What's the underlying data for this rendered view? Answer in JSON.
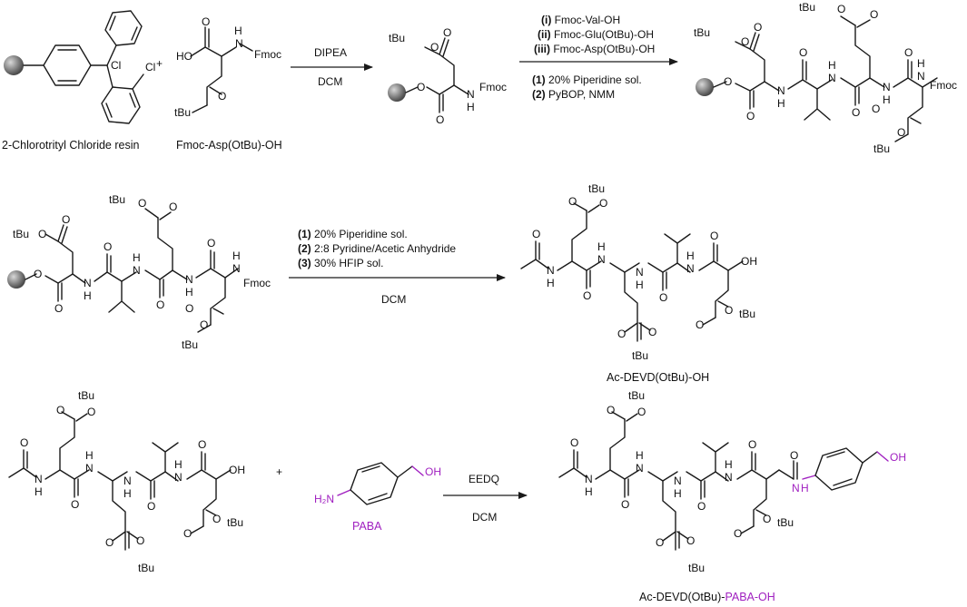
{
  "colors": {
    "ink": "#1a1a1a",
    "highlight": "#a020c0",
    "bead_light": "#d8d8d8",
    "bead_dark": "#4a4a4a"
  },
  "atoms": {
    "cl": "Cl",
    "nh": "N",
    "h": "H",
    "ho": "HO",
    "oh": "OH",
    "o": "O",
    "fmoc": "Fmoc",
    "tbu": "tBu",
    "h2n": "H₂N",
    "plus": "+"
  },
  "row1": {
    "resin_caption": "2-Chlorotrityl Chloride resin",
    "aa_caption": "Fmoc-Asp(OtBu)-OH",
    "step1_above": "DIPEA",
    "step1_below": "DCM",
    "step2_reagents": [
      {
        "num": "(i)",
        "text": "Fmoc-Val-OH"
      },
      {
        "num": "(ii)",
        "text": "Fmoc-Glu(OtBu)-OH"
      },
      {
        "num": "(iii)",
        "text": "Fmoc-Asp(OtBu)-OH"
      }
    ],
    "step2_conditions": [
      {
        "num": "(1)",
        "text": "20% Piperidine sol."
      },
      {
        "num": "(2)",
        "text": "PyBOP, NMM"
      }
    ]
  },
  "row2": {
    "conditions": [
      {
        "num": "(1)",
        "text": "20% Piperidine sol."
      },
      {
        "num": "(2)",
        "text": "2:8 Pyridine/Acetic Anhydride"
      },
      {
        "num": "(3)",
        "text": "30% HFIP sol."
      }
    ],
    "solvent": "DCM",
    "product_caption": "Ac-DEVD(OtBu)-OH"
  },
  "row3": {
    "paba_label": "PABA",
    "step_above": "EEDQ",
    "step_below": "DCM",
    "product_caption_main": "Ac-DEVD(OtBu)-",
    "product_caption_highlight": "PABA-OH"
  }
}
